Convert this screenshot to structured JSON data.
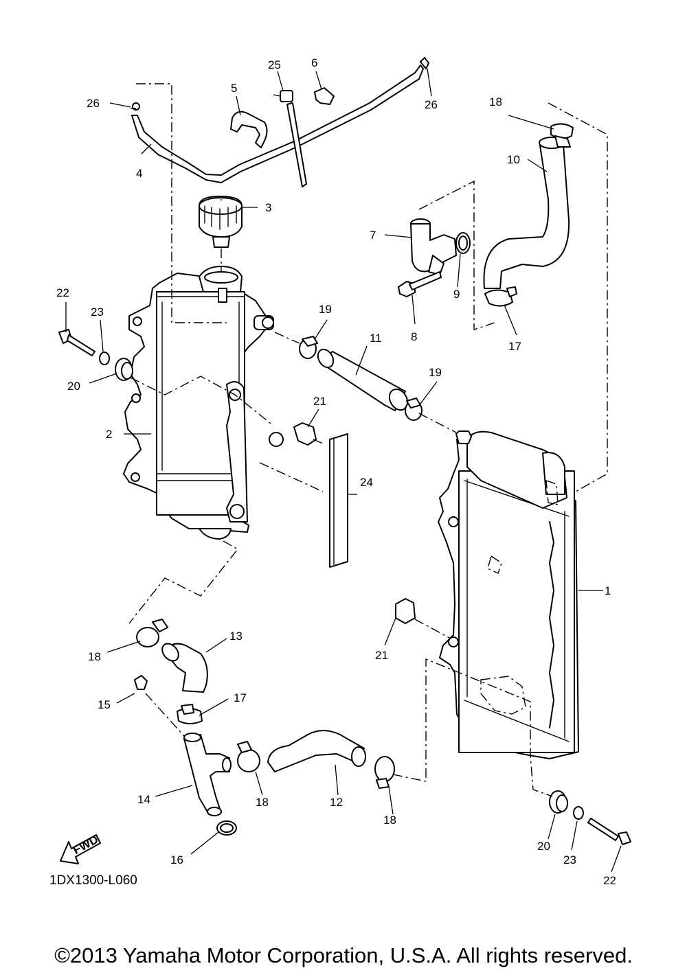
{
  "diagram": {
    "code": "1DX1300-L060",
    "fwd_label": "FWD",
    "copyright": "©2013 Yamaha Motor Corporation, U.S.A. All rights reserved."
  },
  "callouts": [
    "1",
    "2",
    "3",
    "4",
    "5",
    "6",
    "7",
    "8",
    "9",
    "10",
    "11",
    "12",
    "13",
    "14",
    "15",
    "16",
    "17",
    "18",
    "19",
    "20",
    "21",
    "22",
    "23",
    "24",
    "25",
    "26"
  ]
}
